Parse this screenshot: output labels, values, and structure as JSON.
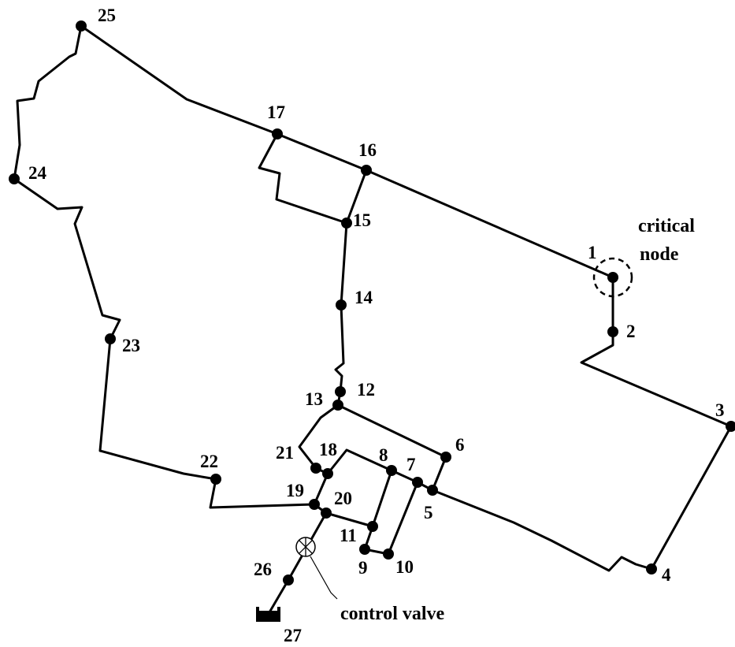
{
  "network": {
    "nodes": [
      {
        "id": "1",
        "label": "1"
      },
      {
        "id": "2",
        "label": "2"
      },
      {
        "id": "3",
        "label": "3"
      },
      {
        "id": "4",
        "label": "4"
      },
      {
        "id": "5",
        "label": "5"
      },
      {
        "id": "6",
        "label": "6"
      },
      {
        "id": "7",
        "label": "7"
      },
      {
        "id": "8",
        "label": "8"
      },
      {
        "id": "9",
        "label": "9"
      },
      {
        "id": "10",
        "label": "10"
      },
      {
        "id": "11",
        "label": "11"
      },
      {
        "id": "12",
        "label": "12"
      },
      {
        "id": "13",
        "label": "13"
      },
      {
        "id": "14",
        "label": "14"
      },
      {
        "id": "15",
        "label": "15"
      },
      {
        "id": "16",
        "label": "16"
      },
      {
        "id": "17",
        "label": "17"
      },
      {
        "id": "18",
        "label": "18"
      },
      {
        "id": "19",
        "label": "19"
      },
      {
        "id": "20",
        "label": "20"
      },
      {
        "id": "21",
        "label": "21"
      },
      {
        "id": "22",
        "label": "22"
      },
      {
        "id": "23",
        "label": "23"
      },
      {
        "id": "24",
        "label": "24"
      },
      {
        "id": "25",
        "label": "25"
      },
      {
        "id": "26",
        "label": "26"
      },
      {
        "id": "27",
        "label": "27"
      }
    ],
    "pipes": [
      [
        "25",
        "17"
      ],
      [
        "17",
        "16"
      ],
      [
        "16",
        "1"
      ],
      [
        "1",
        "2"
      ],
      [
        "2",
        "3"
      ],
      [
        "3",
        "4"
      ],
      [
        "4",
        "5"
      ],
      [
        "5",
        "7"
      ],
      [
        "7",
        "8"
      ],
      [
        "8",
        "18"
      ],
      [
        "18",
        "21"
      ],
      [
        "21",
        "13"
      ],
      [
        "13",
        "12"
      ],
      [
        "12",
        "14"
      ],
      [
        "14",
        "15"
      ],
      [
        "15",
        "16"
      ],
      [
        "15",
        "17"
      ],
      [
        "13",
        "6"
      ],
      [
        "6",
        "5"
      ],
      [
        "7",
        "10"
      ],
      [
        "10",
        "9"
      ],
      [
        "9",
        "11"
      ],
      [
        "11",
        "8"
      ],
      [
        "11",
        "20"
      ],
      [
        "20",
        "19"
      ],
      [
        "19",
        "18"
      ],
      [
        "19",
        "22"
      ],
      [
        "22",
        "23"
      ],
      [
        "23",
        "24"
      ],
      [
        "24",
        "25"
      ],
      [
        "20",
        "26"
      ],
      [
        "26",
        "27"
      ]
    ]
  },
  "annotations": {
    "critical_node_line1": "critical",
    "critical_node_line2": "node",
    "control_valve": "control valve"
  }
}
